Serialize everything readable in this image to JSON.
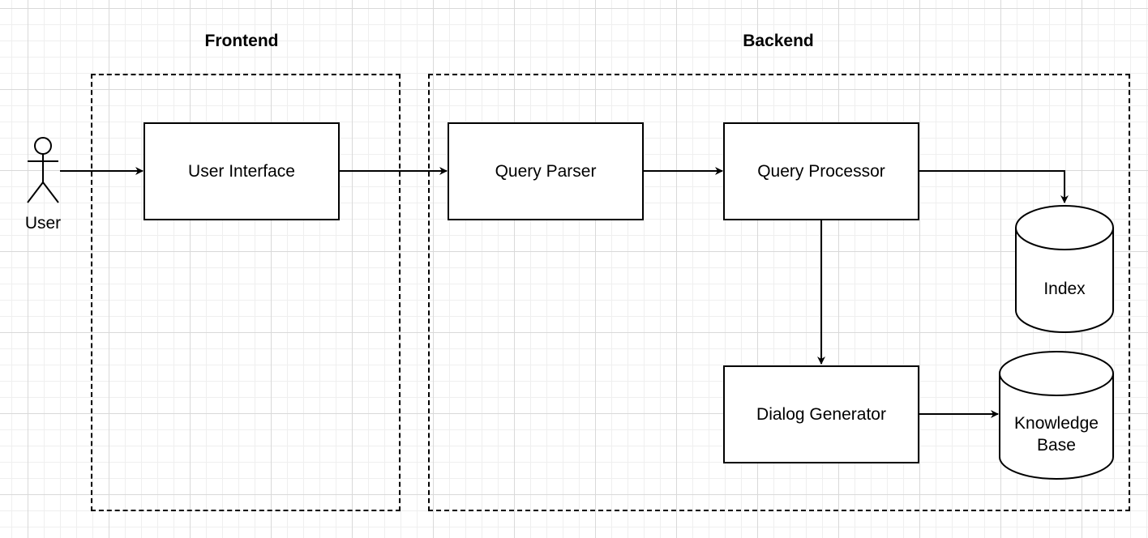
{
  "groups": {
    "frontend": {
      "title": "Frontend"
    },
    "backend": {
      "title": "Backend"
    }
  },
  "actor": {
    "label": "User",
    "icon": "stick-figure-icon"
  },
  "nodes": {
    "user_interface": "User Interface",
    "query_parser": "Query Parser",
    "query_processor": "Query Processor",
    "dialog_generator": "Dialog Generator"
  },
  "databases": {
    "index": "Index",
    "knowledge_base": "Knowledge\nBase"
  },
  "edges": [
    {
      "from": "User",
      "to": "User Interface"
    },
    {
      "from": "User Interface",
      "to": "Query Parser"
    },
    {
      "from": "Query Parser",
      "to": "Query Processor"
    },
    {
      "from": "Query Processor",
      "to": "Index"
    },
    {
      "from": "Query Processor",
      "to": "Dialog Generator"
    },
    {
      "from": "Dialog Generator",
      "to": "Knowledge Base"
    }
  ],
  "colors": {
    "stroke": "#000000",
    "fill": "#ffffff",
    "grid": "#d9d9d9"
  }
}
